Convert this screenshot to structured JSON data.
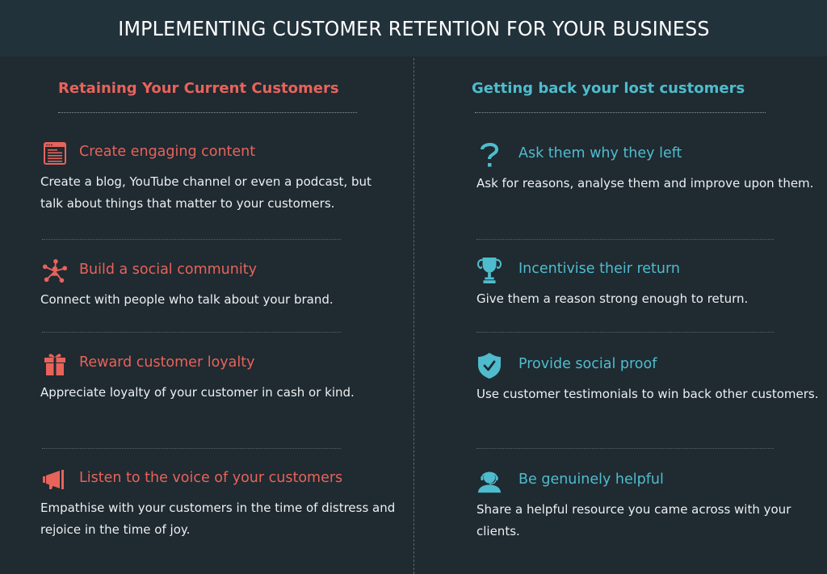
{
  "header": {
    "title": "IMPLEMENTING CUSTOMER RETENTION FOR YOUR BUSINESS"
  },
  "colors": {
    "header_bg": "#22323b",
    "body_bg": "#1f2a31",
    "left_accent": "#e8635a",
    "right_accent": "#4fbccd",
    "text": "#ecf0f1"
  },
  "left": {
    "heading": "Retaining Your Current Customers",
    "items": [
      {
        "icon": "browser-content-icon",
        "title": "Create engaging content",
        "description": "Create a blog, YouTube channel or even a podcast, but talk about things that matter to your customers."
      },
      {
        "icon": "social-network-icon",
        "title": "Build a social community",
        "description": "Connect with people who talk about your brand."
      },
      {
        "icon": "gift-icon",
        "title": "Reward customer loyalty",
        "description": "Appreciate loyalty of your customer in cash or kind."
      },
      {
        "icon": "megaphone-icon",
        "title": "Listen to the voice of your customers",
        "description": "Empathise with your customers in the time of distress and rejoice in the time of joy."
      }
    ]
  },
  "right": {
    "heading": "Getting back your lost customers",
    "items": [
      {
        "icon": "question-mark-icon",
        "title": "Ask them why they left",
        "description": "Ask for reasons, analyse them and improve upon them."
      },
      {
        "icon": "trophy-icon",
        "title": "Incentivise their return",
        "description": "Give them a reason strong enough to return."
      },
      {
        "icon": "shield-check-icon",
        "title": "Provide social proof",
        "description": "Use customer testimonials to win back other customers."
      },
      {
        "icon": "support-agent-icon",
        "title": "Be genuinely helpful",
        "description": "Share a helpful resource you came across with your clients."
      }
    ]
  }
}
